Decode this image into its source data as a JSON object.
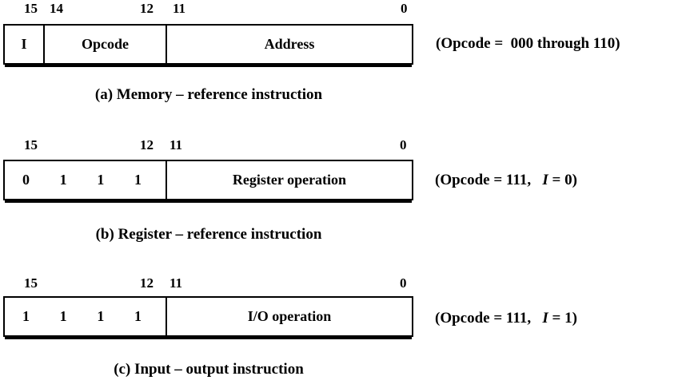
{
  "formats": [
    {
      "id": "a",
      "bit_labels": {
        "b15": "15",
        "b14": "14",
        "b12": "12",
        "b11": "11",
        "b0": "0"
      },
      "fields": [
        {
          "label": "I"
        },
        {
          "label": "Opcode"
        },
        {
          "label": "Address"
        }
      ],
      "note": {
        "pre": "(Opcode =  000 through 110)",
        "var": "",
        "post": ""
      },
      "caption": "(a) Memory – reference instruction"
    },
    {
      "id": "b",
      "bit_labels": {
        "b15": "15",
        "b12": "12",
        "b11": "11",
        "b0": "0"
      },
      "bits": [
        "0",
        "1",
        "1",
        "1"
      ],
      "operation_label": "Register operation",
      "note": {
        "pre": "(Opcode = 111,   ",
        "var": "I",
        "post": " = 0)"
      },
      "caption": "(b) Register – reference instruction"
    },
    {
      "id": "c",
      "bit_labels": {
        "b15": "15",
        "b12": "12",
        "b11": "11",
        "b0": "0"
      },
      "bits": [
        "1",
        "1",
        "1",
        "1"
      ],
      "operation_label": "I/O operation",
      "note": {
        "pre": "(Opcode = 111,   ",
        "var": "I",
        "post": " = 1)"
      },
      "caption": "(c) Input – output instruction"
    }
  ]
}
